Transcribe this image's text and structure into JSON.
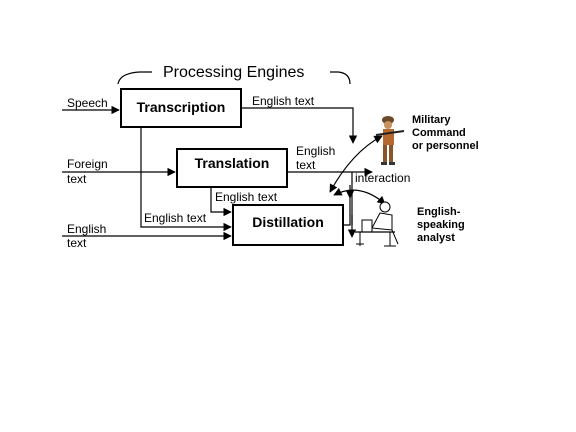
{
  "title": "Processing Engines",
  "engines": {
    "transcription": "Transcription",
    "translation": "Translation",
    "distillation": "Distillation"
  },
  "inputs": {
    "speech": "Speech",
    "foreign_text_line1": "Foreign",
    "foreign_text_line2": "text",
    "english_text_line1": "English",
    "english_text_line2": "text"
  },
  "outputs": {
    "transcription_out": "English text",
    "translation_out_line1": "English",
    "translation_out_line2": "text",
    "translation_to_distillation": "English text",
    "transcription_to_distillation": "English text",
    "interaction": "interaction"
  },
  "recipients": {
    "military_line1": "Military",
    "military_line2": "Command",
    "military_line3": "or personnel",
    "analyst_line1": "English-",
    "analyst_line2": "speaking",
    "analyst_line3": "analyst"
  },
  "icons": {
    "soldier": "soldier-icon",
    "analyst": "analyst-at-desk-icon"
  }
}
